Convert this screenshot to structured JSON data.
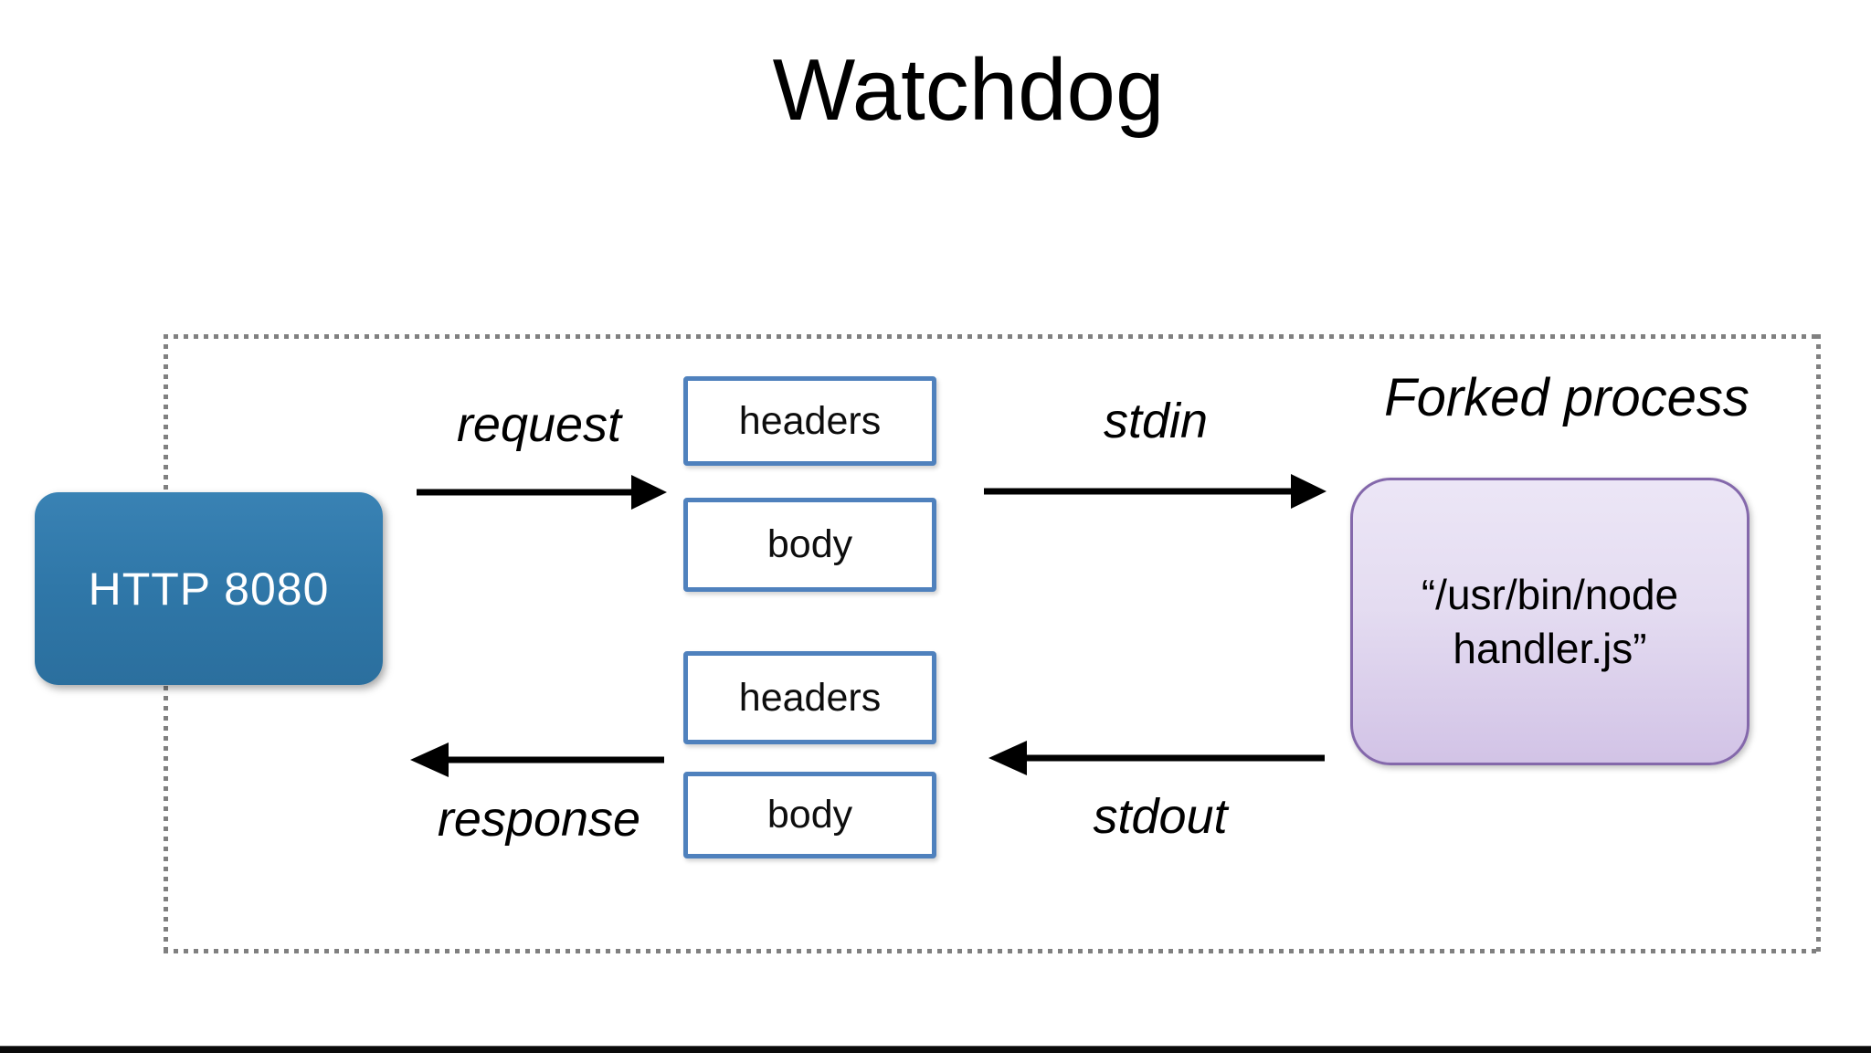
{
  "title": "Watchdog",
  "http_server": {
    "label": "HTTP 8080"
  },
  "message_boxes": {
    "request_headers": "headers",
    "request_body": "body",
    "response_headers": "headers",
    "response_body": "body"
  },
  "flows": {
    "request": "request",
    "stdin": "stdin",
    "response": "response",
    "stdout": "stdout"
  },
  "forked_process": {
    "title": "Forked process",
    "command_line_1": "“/usr/bin/node",
    "command_line_2": "handler.js”"
  },
  "colors": {
    "http_box_fill": "#2f77a8",
    "http_box_text": "#ffffff",
    "message_box_border": "#4f81bd",
    "process_box_border": "#8468ab",
    "process_box_fill_top": "#ece6f6",
    "process_box_fill_bottom": "#d2c3e6",
    "boundary_dots": "#808080",
    "arrow": "#000000",
    "background": "#ffffff"
  }
}
